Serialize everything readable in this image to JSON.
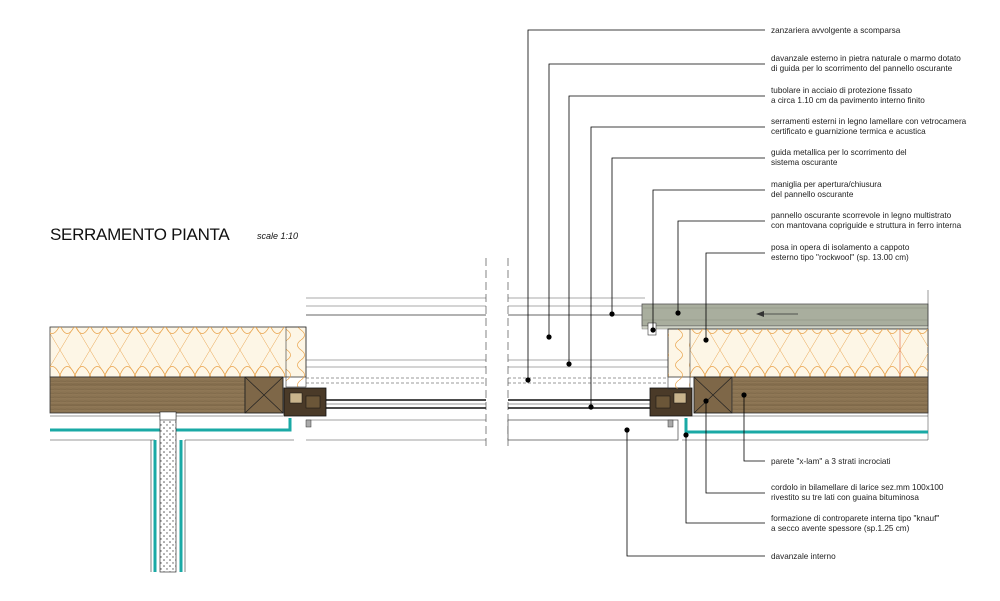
{
  "title": "SERRAMENTO PIANTA",
  "scale": "scale 1:10",
  "colors": {
    "insulation_fill": "#fdf6e6",
    "insulation_hatch": "#e8a24a",
    "wood": "#8a7352",
    "wood_dark": "#6e5a3c",
    "frame": "#4a3a28",
    "teal": "#1aa9a5",
    "rail": "#a9ae9e",
    "leader": "#000000"
  },
  "icons": {
    "slide_arrow": "left-arrow-icon"
  },
  "labels": [
    {
      "id": "zanzariera",
      "lines": [
        "zanzariera avvolgente a scomparsa"
      ]
    },
    {
      "id": "davanzale-esterno",
      "lines": [
        "davanzale esterno in pietra naturale o marmo dotato",
        "di guida per lo scorrimento del pannello oscurante"
      ]
    },
    {
      "id": "tubolare",
      "lines": [
        "tubolare in acciaio di protezione fissato",
        "a circa 1.10 cm da pavimento interno finito"
      ]
    },
    {
      "id": "serramenti",
      "lines": [
        "serramenti esterni in legno lamellare con vetrocamera",
        "certificato e guarnizione termica e acustica"
      ]
    },
    {
      "id": "guida-metallica",
      "lines": [
        "guida metallica per lo scorrimento del",
        "sistema oscurante"
      ]
    },
    {
      "id": "maniglia",
      "lines": [
        "maniglia per apertura/chiusura",
        "del pannello oscurante"
      ]
    },
    {
      "id": "pannello-oscurante",
      "lines": [
        "pannello oscurante scorrevole in legno multistrato",
        "con mantovana copriguide e struttura in ferro interna"
      ]
    },
    {
      "id": "isolamento",
      "lines": [
        "posa in opera di isolamento a cappoto",
        "esterno tipo \"rockwool\" (sp. 13.00 cm)"
      ]
    },
    {
      "id": "xlam",
      "lines": [
        "parete \"x-lam\" a 3 strati incrociati"
      ]
    },
    {
      "id": "cordolo",
      "lines": [
        "cordolo in bilamellare di larice  sez.mm 100x100",
        "rivestito su tre lati con guaina bituminosa"
      ]
    },
    {
      "id": "controparete",
      "lines": [
        "formazione di controparete interna tipo \"knauf\"",
        "a secco avente spessore (sp.1.25 cm)"
      ]
    },
    {
      "id": "davanzale-interno",
      "lines": [
        "davanzale interno"
      ]
    }
  ]
}
